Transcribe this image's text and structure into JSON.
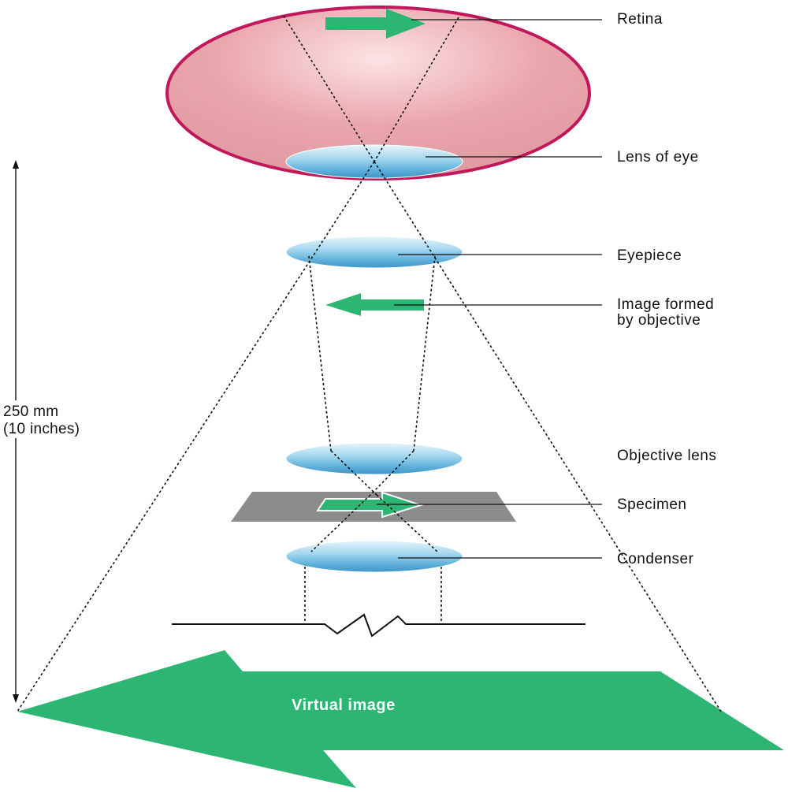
{
  "labels": {
    "retina": "Retina",
    "lens_of_eye": "Lens of eye",
    "eyepiece": "Eyepiece",
    "image_formed_line1": "Image formed",
    "image_formed_line2": "by objective",
    "objective_lens": "Objective lens",
    "specimen": "Specimen",
    "condenser": "Condenser",
    "virtual_image": "Virtual image"
  },
  "dimension": {
    "line1": "250 mm",
    "line2": "(10 inches)"
  },
  "colors": {
    "arrow_green": "#2db574",
    "eyeball_fill": "#e8a3aa",
    "eyeball_outline": "#c0185a",
    "lens_blue": "#7fc4e6",
    "slide_gray": "#8c8c8c"
  }
}
